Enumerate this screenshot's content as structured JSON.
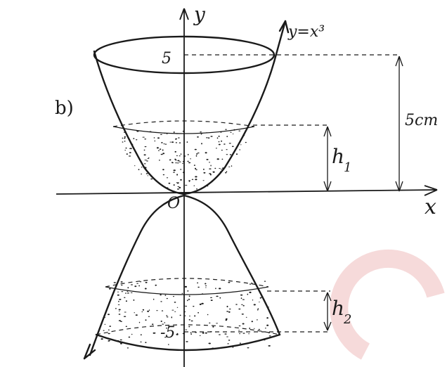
{
  "part_label": "b)",
  "axis": {
    "y_label": "y",
    "x_label": "x",
    "origin_label": "O"
  },
  "curve_label": "y=x³",
  "ticks": {
    "top": "5",
    "bottom": "-5"
  },
  "dimensions": {
    "height_total": "5cm",
    "h1": "h",
    "h1_sub": "1",
    "h2": "h",
    "h2_sub": "2"
  },
  "colors": {
    "ink": "#1a1a1a",
    "watermark": "#f2c9c9"
  }
}
